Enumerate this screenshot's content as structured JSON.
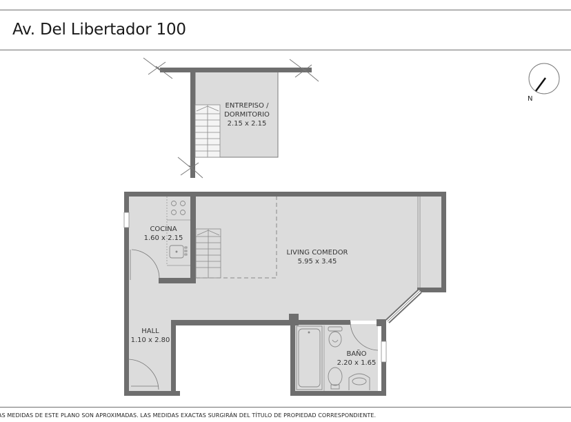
{
  "header": {
    "title": "Av. Del Libertador 100"
  },
  "footer": {
    "disclaimer": "AS MEDIDAS  DE ESTE PLANO SON APROXIMADAS. LAS MEDIDAS EXACTAS SURGIRÁN DEL TÍTULO DE PROPIEDAD CORRESPONDIENTE."
  },
  "compass": {
    "label": "N"
  },
  "colors": {
    "wall": "#6e6e6e",
    "floor": "#dcdcdc",
    "background": "#ffffff",
    "text": "#333333"
  },
  "rooms": {
    "entrepiso": {
      "name_line1": "ENTREPISO /",
      "name_line2": "DORMITORIO",
      "dimensions": "2.15 x 2.15"
    },
    "cocina": {
      "name": "COCINA",
      "dimensions": "1.60 x 2.15"
    },
    "living": {
      "name": "LIVING COMEDOR",
      "dimensions": "5.95 x 3.45"
    },
    "hall": {
      "name": "HALL",
      "dimensions": "1.10 x 2.80"
    },
    "bano": {
      "name": "BAÑO",
      "dimensions": "2.20 x 1.65"
    }
  }
}
